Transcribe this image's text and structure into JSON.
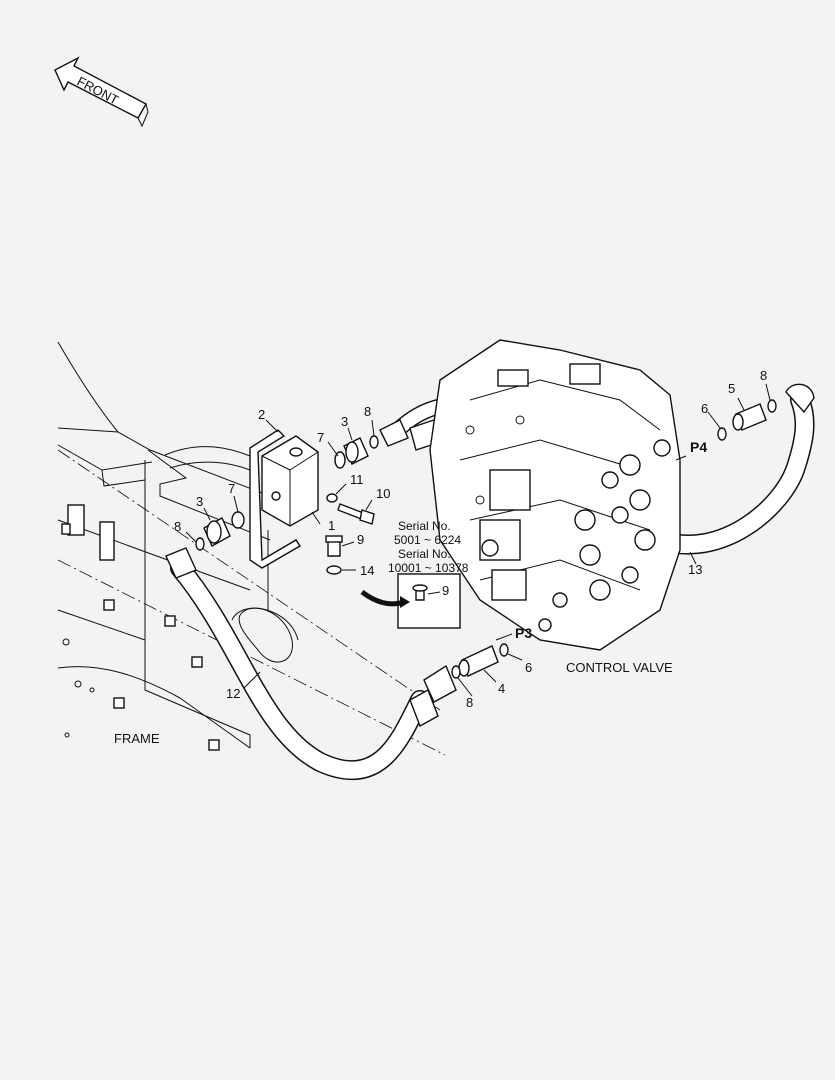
{
  "orientation": {
    "arrow_label": "FRONT",
    "icon": "front-arrow-icon"
  },
  "assemblies": {
    "control_valve": "CONTROL VALVE",
    "frame": "FRAME"
  },
  "ports": {
    "p3": "P3",
    "p4": "P4"
  },
  "serial_notes": {
    "line1": "Serial No.",
    "line2": "5001 ~ 6224",
    "line3": "Serial No.",
    "line4": "10001 ~ 10378",
    "callout_part": "9"
  },
  "callouts": {
    "c1": "1",
    "c2": "2",
    "c3a": "3",
    "c3b": "3",
    "c4": "4",
    "c5": "5",
    "c6a": "6",
    "c6b": "6",
    "c7a": "7",
    "c7b": "7",
    "c8a": "8",
    "c8b": "8",
    "c8c": "8",
    "c8d": "8",
    "c9": "9",
    "c10": "10",
    "c11": "11",
    "c12": "12",
    "c13": "13",
    "c14": "14"
  }
}
